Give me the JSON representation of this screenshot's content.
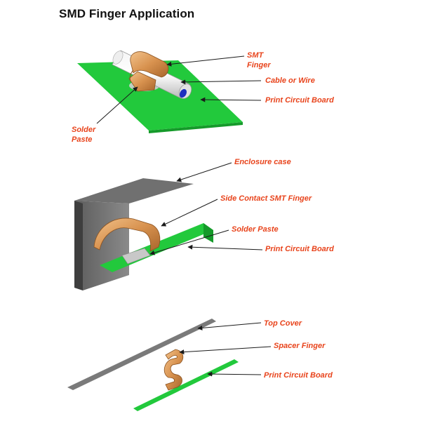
{
  "title": "SMD Finger Application",
  "colors": {
    "label": "#e8431b",
    "pcb": "#1fc93a",
    "copper": "#e0a060",
    "enclosure": "#6b6b6b",
    "cover": "#777777"
  },
  "fig1": {
    "smt_finger_1": "SMT",
    "smt_finger_2": "Finger",
    "cable": "Cable or Wire",
    "pcb": "Print Circuit Board",
    "solder_1": "Solder",
    "solder_2": "Paste"
  },
  "fig2": {
    "enclosure": "Enclosure case",
    "side_finger": "Side Contact SMT Finger",
    "solder": "Solder Paste",
    "pcb": "Print Circuit Board"
  },
  "fig3": {
    "top_cover": "Top Cover",
    "spacer": "Spacer Finger",
    "pcb": "Print Circuit Board"
  }
}
